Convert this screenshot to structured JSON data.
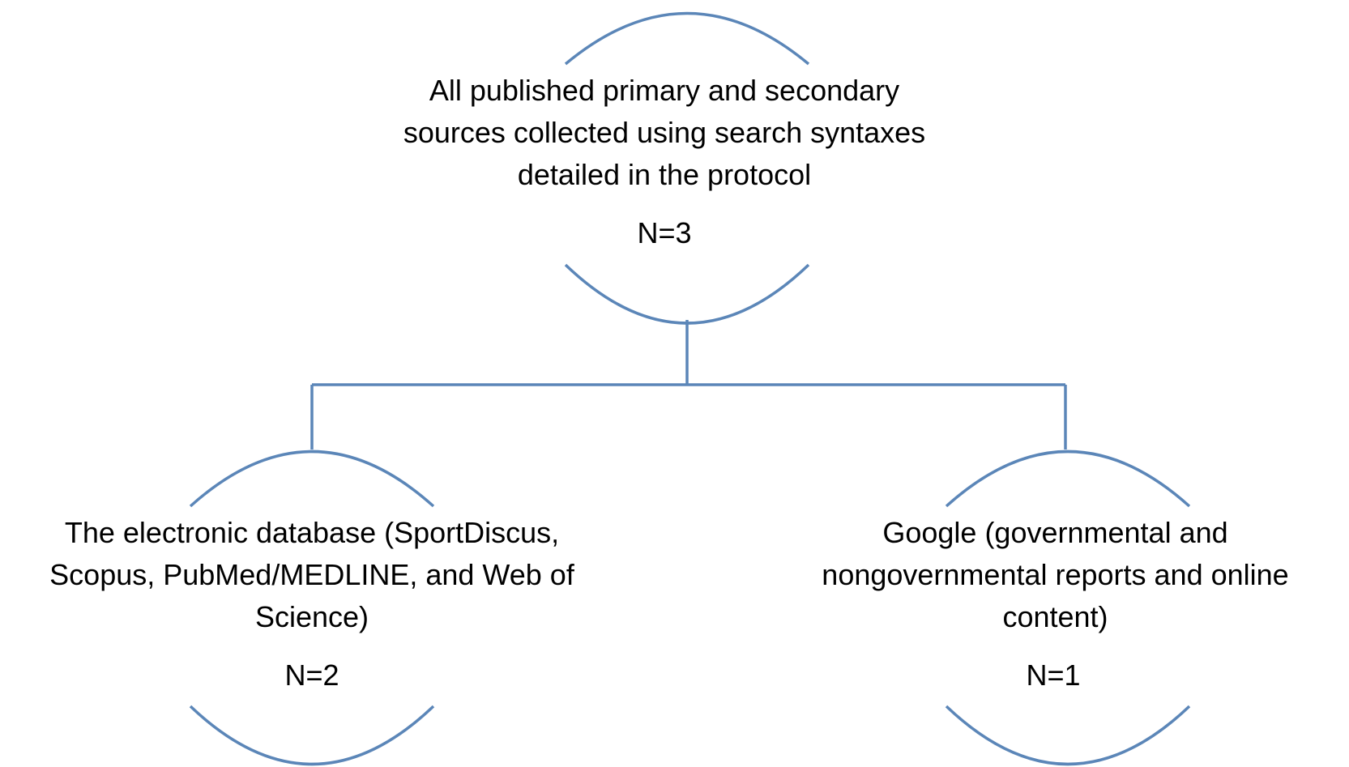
{
  "diagram": {
    "root": {
      "lines": [
        "All published primary and secondary",
        "sources collected using search syntaxes",
        "detailed in the protocol"
      ],
      "count": "N=3"
    },
    "children": [
      {
        "lines": [
          "The electronic database (SportDiscus,",
          "Scopus, PubMed/MEDLINE, and Web of",
          "Science)"
        ],
        "count": "N=2"
      },
      {
        "lines": [
          "Google (governmental and",
          "nongovernmental reports and online",
          "content)"
        ],
        "count": "N=1"
      }
    ],
    "colors": {
      "stroke": "#5b86b8",
      "text": "#000000"
    }
  }
}
